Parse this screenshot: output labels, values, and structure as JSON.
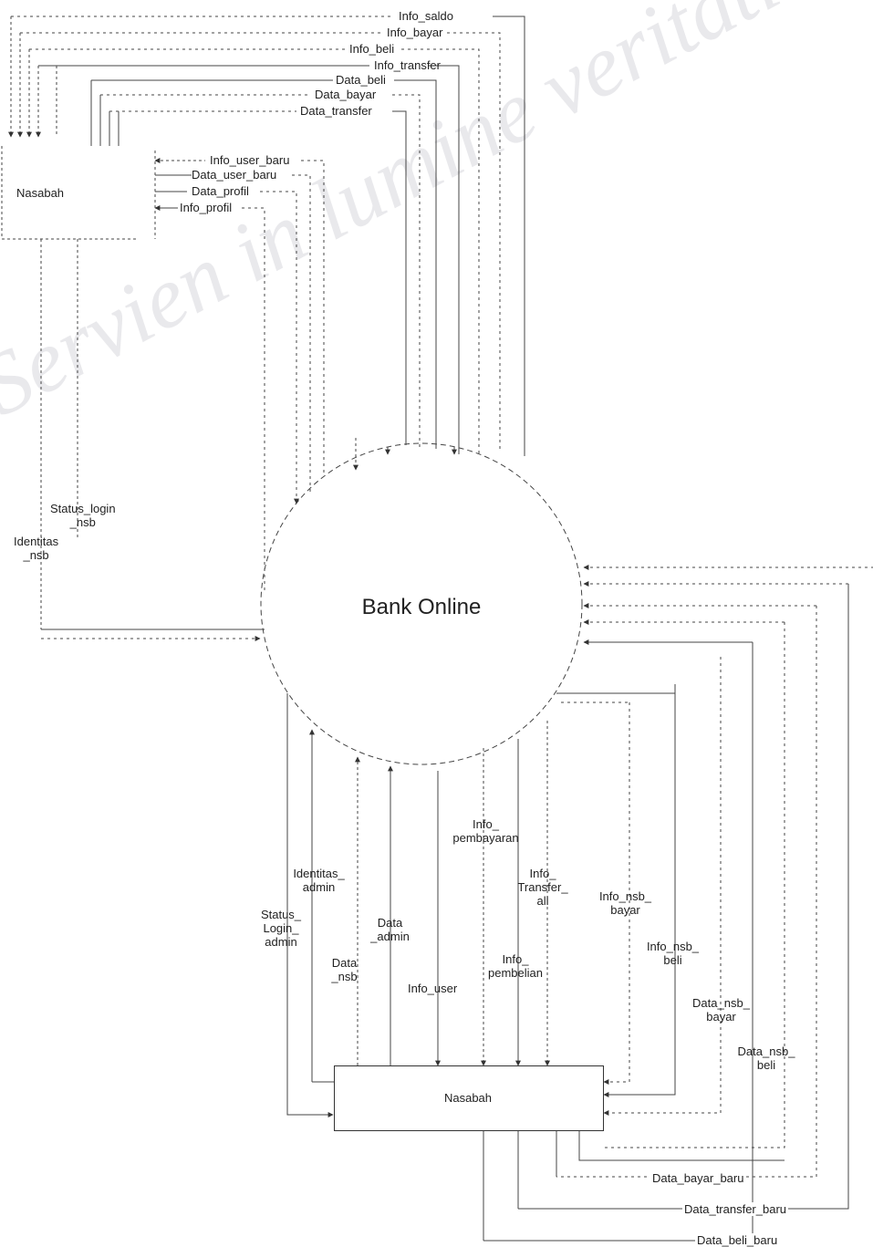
{
  "watermark": "Servien in lumine veritatis",
  "process": {
    "label": "Bank Online"
  },
  "entities": {
    "top": {
      "label": "Nasabah"
    },
    "bottom": {
      "label": "Nasabah"
    }
  },
  "flows_top": {
    "info_saldo": "Info_saldo",
    "info_bayar": "Info_bayar",
    "info_beli": "Info_beli",
    "info_transfer": "Info_transfer",
    "data_beli": "Data_beli",
    "data_bayar": "Data_bayar",
    "data_transfer": "Data_transfer",
    "info_user_baru": "Info_user_baru",
    "data_user_baru": "Data_user_baru",
    "data_profil": "Data_profil",
    "info_profil": "Info_profil",
    "status_login_nsb": "Status_login\n_nsb",
    "identitas_nsb": "Identitas\n_nsb"
  },
  "flows_bottom": {
    "info_pembayaran": "Info_\npembayaran",
    "identitas_admin": "Identitas_\nadmin",
    "info_transfer_all": "Info_\nTransfer_\nall",
    "info_nsb_bayar": "Info_nsb_\nbayar",
    "data_admin": "Data\n_admin",
    "status_login_admin": "Status_\nLogin_\nadmin",
    "info_nsb_beli": "Info_nsb_\nbeli",
    "info_pembelian": "Info_\npembelian",
    "data_nsb": "Data\n_nsb",
    "info_user": "Info_user",
    "data_nsb_bayar": "Data_nsb_\nbayar",
    "data_nsb_beli": "Data_nsb_\nbeli",
    "data_bayar_baru": "Data_bayar_baru",
    "data_transfer_baru": "Data_transfer_baru",
    "data_beli_baru": "Data_beli_baru"
  }
}
